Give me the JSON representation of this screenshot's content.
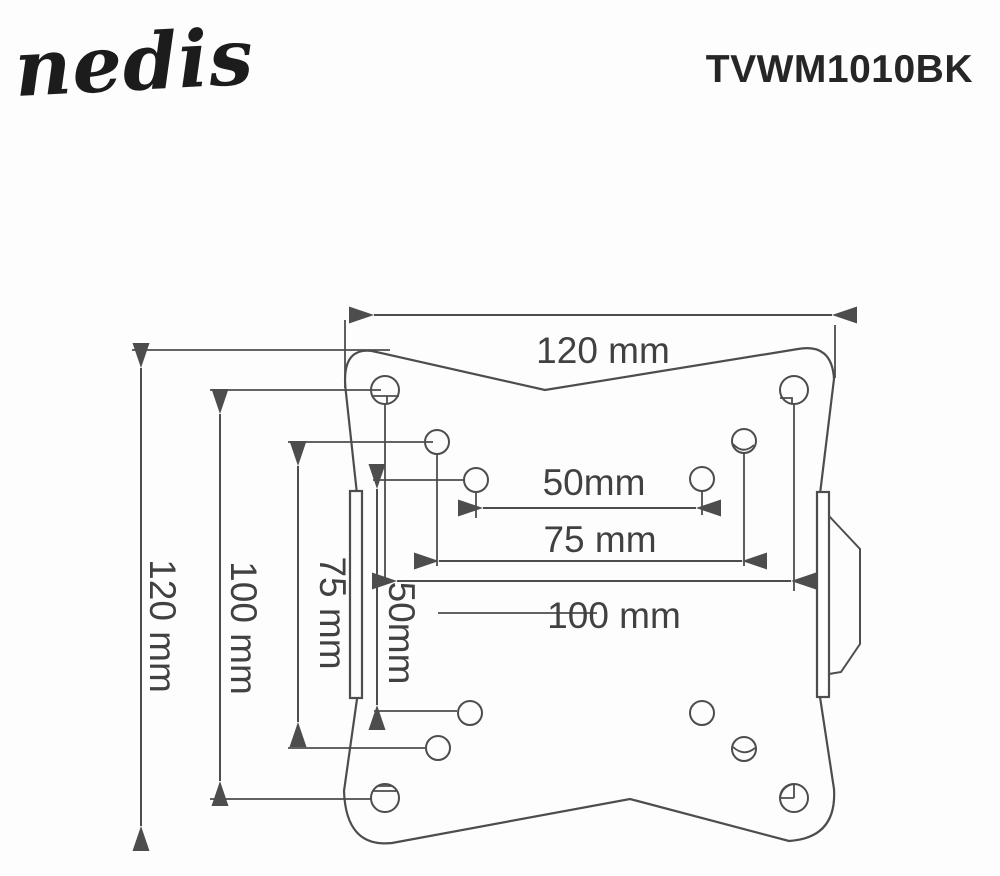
{
  "header": {
    "brand": "nedis",
    "model": "TVWM1010BK"
  },
  "diagram": {
    "type": "technical-drawing",
    "subject": "TV wall mount VESA plate hole pattern",
    "unit": "mm",
    "dims": {
      "h_overall": "120 mm",
      "h_50": "50mm",
      "h_75": "75 mm",
      "h_100": "100 mm",
      "v_120": "120 mm",
      "v_100": "100 mm",
      "v_75": "75 mm",
      "v_50": "50mm"
    },
    "dimensions_mm": {
      "horizontal": [
        120,
        50,
        75,
        100
      ],
      "vertical": [
        120,
        100,
        75,
        50
      ]
    },
    "colors": {
      "line": "#4d4d4d",
      "text": "#414141",
      "brand_text": "#1c1c1c",
      "background": "#fdfdfd"
    }
  }
}
